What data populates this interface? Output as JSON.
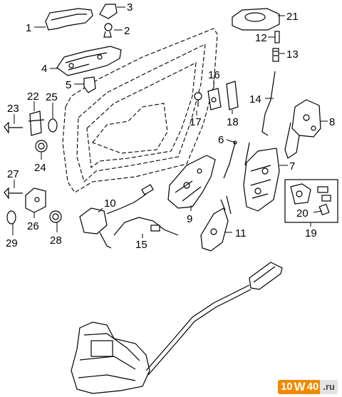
{
  "callouts": [
    {
      "id": "1",
      "label": "1"
    },
    {
      "id": "2",
      "label": "2"
    },
    {
      "id": "3",
      "label": "3"
    },
    {
      "id": "4",
      "label": "4"
    },
    {
      "id": "5",
      "label": "5"
    },
    {
      "id": "6",
      "label": "6"
    },
    {
      "id": "7",
      "label": "7"
    },
    {
      "id": "8",
      "label": "8"
    },
    {
      "id": "9",
      "label": "9"
    },
    {
      "id": "10",
      "label": "10"
    },
    {
      "id": "11",
      "label": "11"
    },
    {
      "id": "12",
      "label": "12"
    },
    {
      "id": "13",
      "label": "13"
    },
    {
      "id": "14",
      "label": "14"
    },
    {
      "id": "15",
      "label": "15"
    },
    {
      "id": "16",
      "label": "16"
    },
    {
      "id": "17",
      "label": "17"
    },
    {
      "id": "18",
      "label": "18"
    },
    {
      "id": "19",
      "label": "19"
    },
    {
      "id": "20",
      "label": "20"
    },
    {
      "id": "21",
      "label": "21"
    },
    {
      "id": "22",
      "label": "22"
    },
    {
      "id": "23",
      "label": "23"
    },
    {
      "id": "24",
      "label": "24"
    },
    {
      "id": "25",
      "label": "25"
    },
    {
      "id": "26",
      "label": "26"
    },
    {
      "id": "27",
      "label": "27"
    },
    {
      "id": "28",
      "label": "28"
    },
    {
      "id": "29",
      "label": "29"
    }
  ],
  "watermark": {
    "part1": "10",
    "part2": "W",
    "part3": "40",
    "part4": ".ru"
  }
}
